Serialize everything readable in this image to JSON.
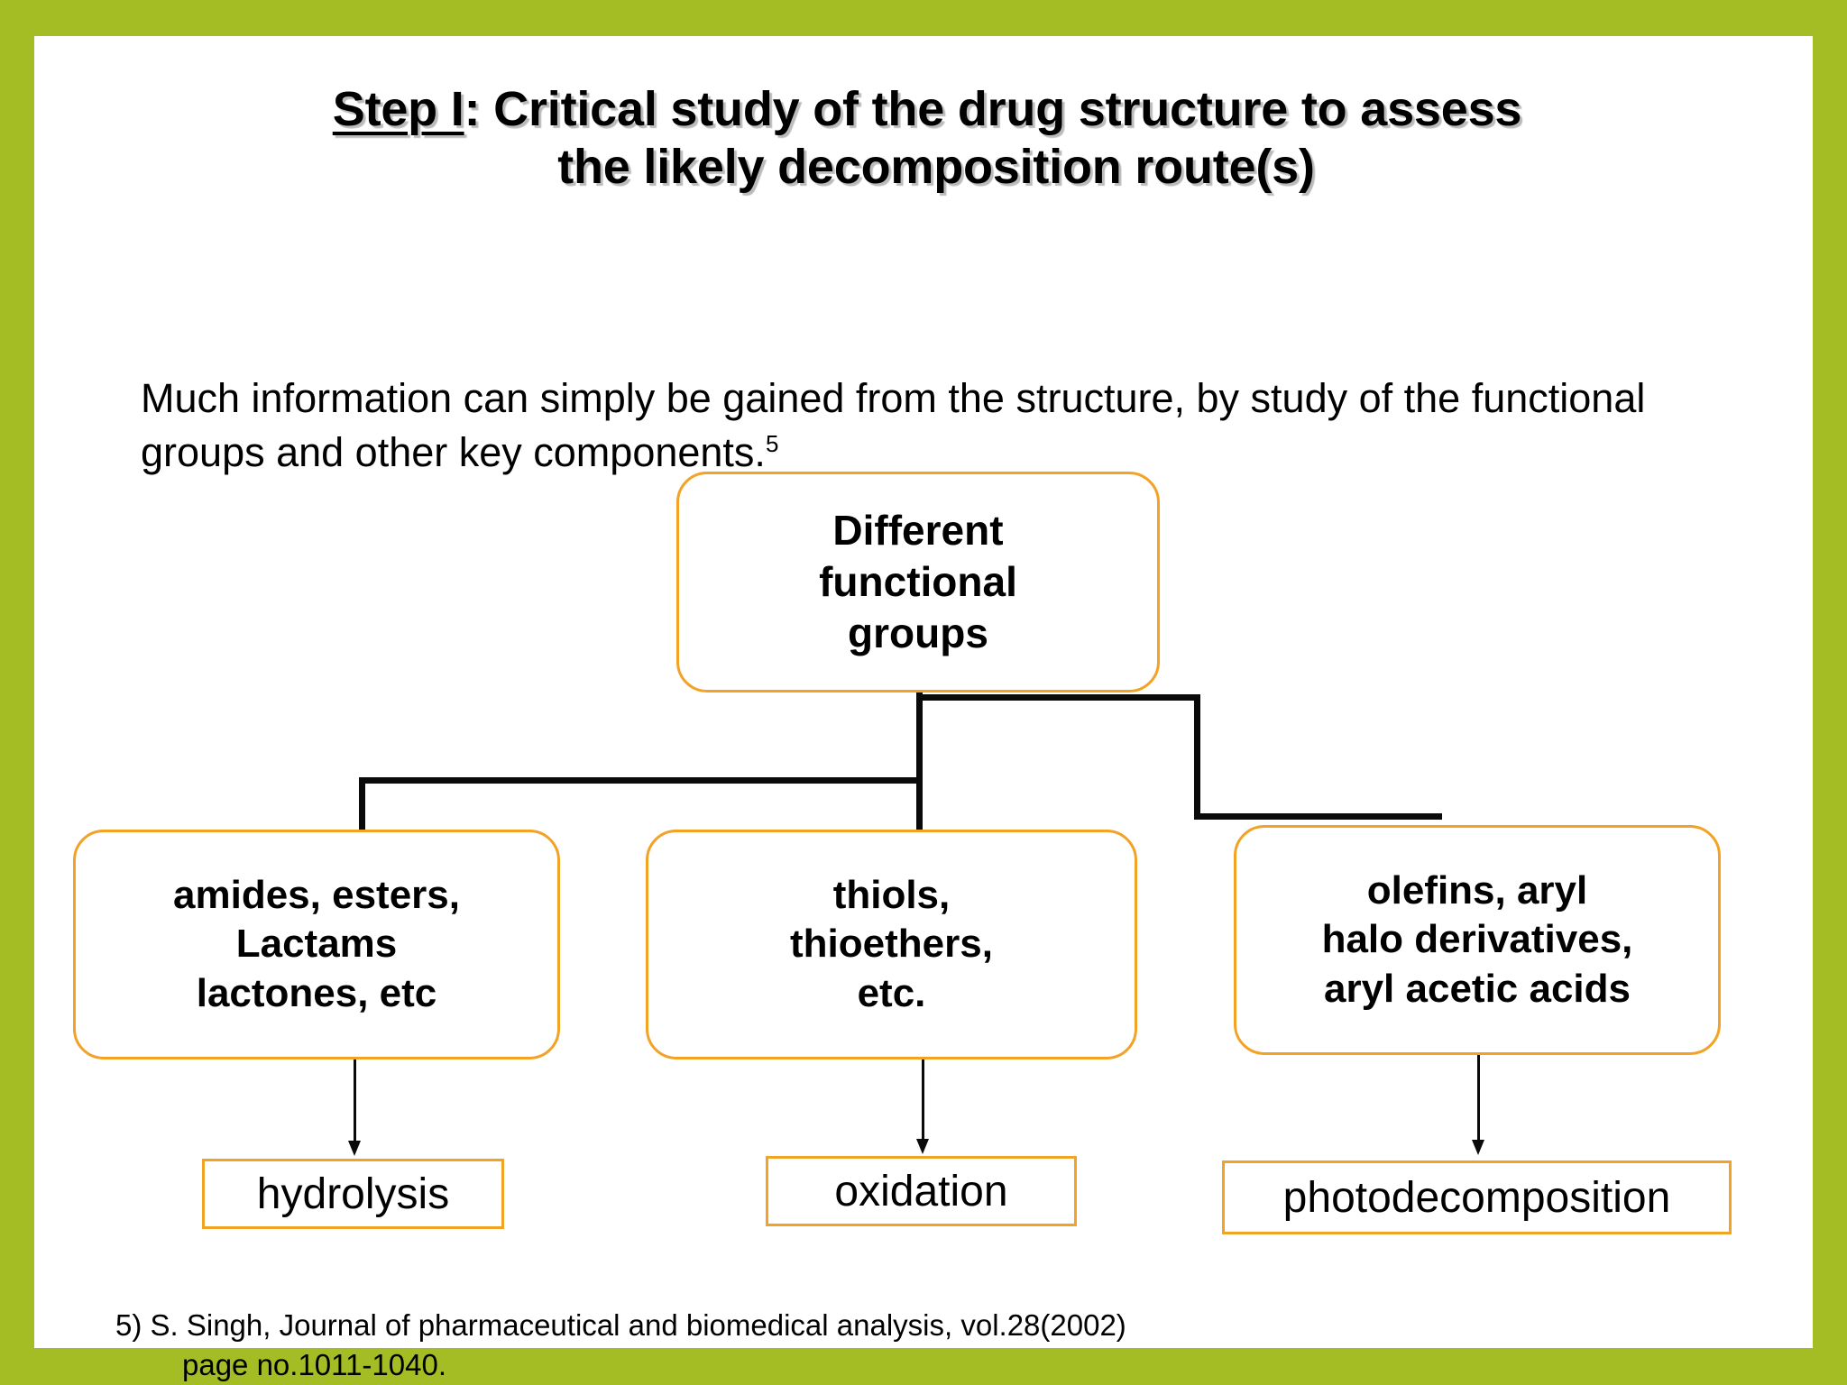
{
  "theme": {
    "frame_green": "#A5BD25",
    "canvas_white": "#FFFFFF",
    "box_border_orange": "#F2A224",
    "connector_black": "#0A0A0A",
    "text_black": "#000000"
  },
  "title": {
    "step_label": "Step I",
    "line_1_rest": ": Critical study of the drug structure to assess",
    "line_2": "the likely decomposition route(s)"
  },
  "intro": {
    "text": "Much information can simply be gained from the structure, by study of the functional groups and other key components.",
    "superscript": "5"
  },
  "flow": {
    "root": {
      "label": "Different functional groups",
      "lines": [
        "Different",
        "functional",
        "groups"
      ]
    },
    "branches": [
      {
        "group_label": "amides, esters, Lactams lactones, etc",
        "group_lines": [
          "amides, esters,",
          "Lactams",
          "lactones, etc"
        ],
        "result": "hydrolysis"
      },
      {
        "group_label": "thiols, thioethers, etc.",
        "group_lines": [
          "thiols,",
          "thioethers,",
          "etc."
        ],
        "result": "oxidation"
      },
      {
        "group_label": "olefins, aryl halo derivatives, aryl acetic acids",
        "group_lines": [
          "olefins, aryl",
          "halo derivatives,",
          "aryl acetic acids"
        ],
        "result": "photodecomposition"
      }
    ]
  },
  "footnote": {
    "line_1": "5) S. Singh, Journal of pharmaceutical and biomedical analysis, vol.28(2002)",
    "line_2": "page no.1011-1040."
  }
}
